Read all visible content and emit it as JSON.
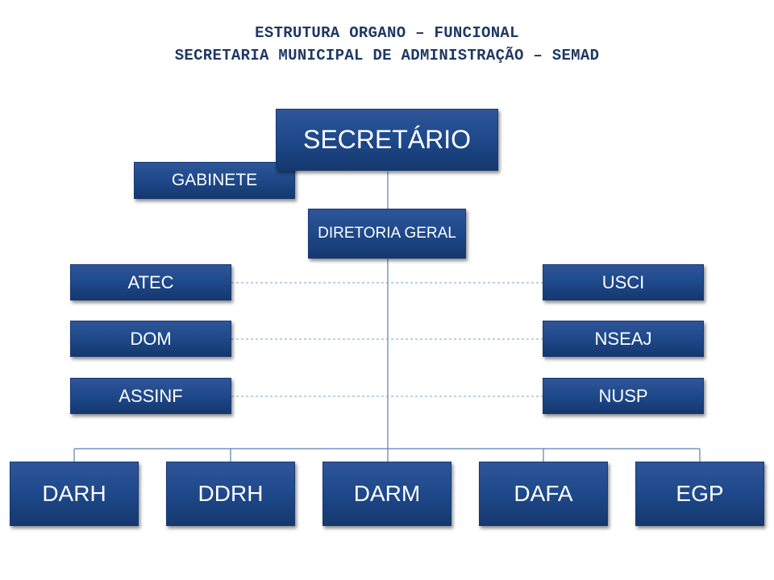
{
  "header": {
    "title_line1": "ESTRUTURA ORGANO – FUNCIONAL",
    "title_line2": "SECRETARIA MUNICIPAL DE ADMINISTRAÇÃO – SEMAD"
  },
  "org": {
    "secretario": "SECRETÁRIO",
    "gabinete": "GABINETE",
    "diretoria_geral": "DIRETORIA GERAL",
    "left_units": [
      "ATEC",
      "DOM",
      "ASSINF"
    ],
    "right_units": [
      "USCI",
      "NSEAJ",
      "NUSP"
    ],
    "departments": [
      "DARH",
      "DDRH",
      "DARM",
      "DAFA",
      "EGP"
    ]
  },
  "colors": {
    "box_fill": "#1f4a8c",
    "box_border": "#163a73",
    "connector": "#5b7fae",
    "title": "#1F3864"
  }
}
